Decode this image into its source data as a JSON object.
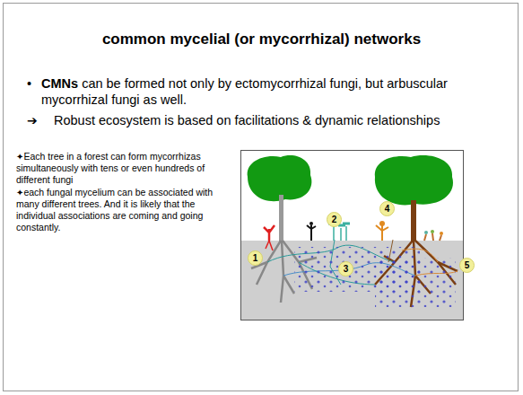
{
  "diagram": {
    "title": "common mycelial (or mycorrhizal) networks",
    "nodes": [
      {
        "text": [
          "1"
        ]
      },
      {
        "text": [
          "2"
        ]
      },
      {
        "text": [
          "3"
        ]
      },
      {
        "text": [
          "4"
        ]
      },
      {
        "text": [
          "5"
        ]
      }
    ],
    "labels": [
      "•",
      "CMNs",
      "can be formed not only by ectomycorrhizal fungi, but arbuscular mycorrhizal fungi as well.",
      "➔",
      "Robust ecosystem is based on facilitations & dynamic relationships",
      "✦",
      "Each tree in a forest can form mycorrhizas simultaneously with tens or even hundreds of different fungi",
      "✦",
      "each fungal mycelium can be associated with many different trees. And it is likely that the individual associations are coming and going constantly."
    ]
  }
}
